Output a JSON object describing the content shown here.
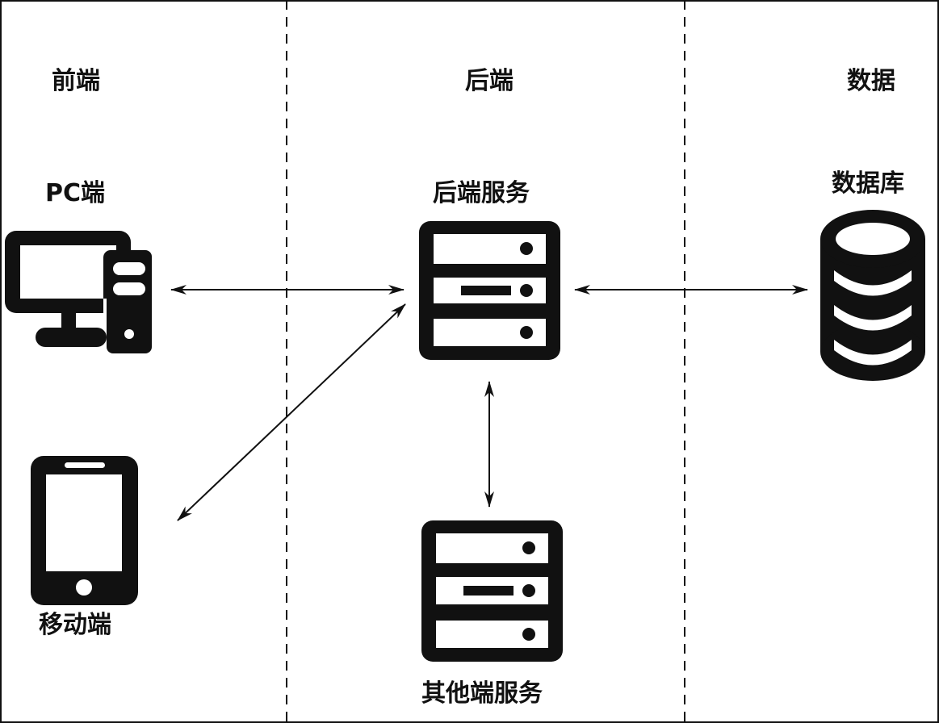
{
  "columns": {
    "frontend": "前端",
    "backend": "后端",
    "data": "数据"
  },
  "nodes": {
    "pc": "PC端",
    "mobile": "移动端",
    "backend_service": "后端服务",
    "other_service": "其他端服务",
    "database": "数据库"
  },
  "colors": {
    "ink": "#111111",
    "background": "#ffffff"
  },
  "icons": {
    "pc": "desktop-computer-icon",
    "mobile": "smartphone-icon",
    "backend_service": "server-rack-icon",
    "other_service": "server-rack-icon",
    "database": "database-cylinder-icon"
  }
}
